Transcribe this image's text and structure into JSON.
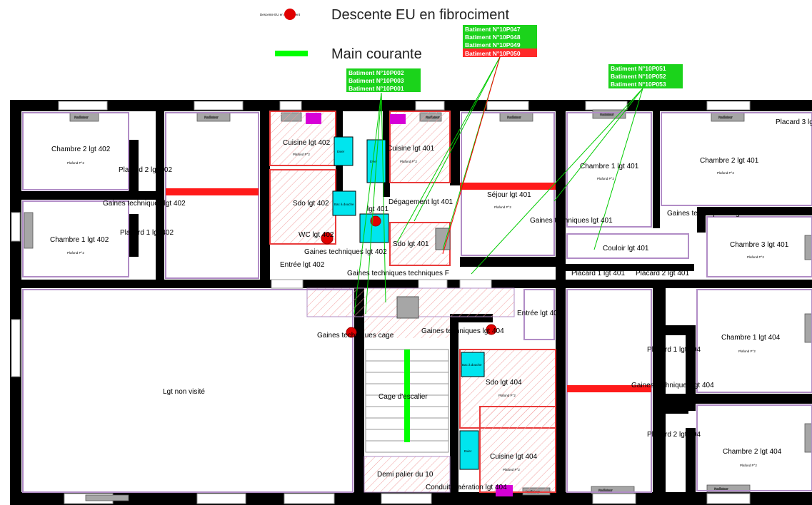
{
  "legend": {
    "descente_small": "Descente EU en fibrociment",
    "descente_text": "Descente EU en fibrociment",
    "main_courante_text": "Main courante"
  },
  "batiment_labels": {
    "group_a": [
      "Batiment N°10P047",
      "Batiment N°10P048",
      "Batiment N°10P049",
      "Batiment N°10P050"
    ],
    "group_b": [
      "Batiment N°10P002",
      "Batiment N°10P003",
      "Batiment N°10P001"
    ],
    "group_c": [
      "Batiment N°10P051",
      "Batiment N°10P052",
      "Batiment N°10P053"
    ]
  },
  "rooms": {
    "chambre2_402": "Chambre 2 lgt 402",
    "placard2_402": "Placard 2 lgt 402",
    "chambre1_402": "Chambre 1 lgt 402",
    "placard1_402": "Placard 1 lgt 402",
    "gaines_402": "Gaines techniques lgt 402",
    "cuisine_402": "Cuisine lgt 402",
    "sdo_402": "Sdo lgt 402",
    "wc_402": "WC lgt 402",
    "entree_402": "Entrée lgt 402",
    "cuisine_401": "Cuisine lgt 401",
    "degagement_401": "Dégagement lgt 401",
    "sdo_401": "Sdo lgt 401",
    "wc_401": "lgt 401",
    "sejour_401": "Séjour lgt 401",
    "chambre1_401": "Chambre 1 lgt 401",
    "chambre2_401": "Chambre 2 lgt 401",
    "placard3_401": "Placard 3 lg",
    "gaines_401": "Gaines techniques lgt 401",
    "gaines_2": "Gaines techniques 2 lgt",
    "chambre3_401": "Chambre 3 lgt 401",
    "couloir_401": "Couloir lgt 401",
    "placard1_401": "Placard 1 lgt 401",
    "placard2_401": "Placard 2 lgt 401",
    "gaines_left_402": "Gaines techniques lgt 402",
    "gaines_f": "Gaines techniques techniques F",
    "lgt_non_visite": "Lgt non visité",
    "entree_404": "Entrée lgt 404",
    "sdo_404": "Sdo lgt 404",
    "cuisine_404": "Cuisine lgt 404",
    "chambre1_404": "Chambre 1 lgt 404",
    "placard1_404": "Placard 1 lgt 404",
    "gaines_404": "Gaines techniques lgt 404",
    "placard2_404": "Placard 2 lgt 404",
    "chambre2_404": "Chambre 2 lgt 404",
    "cage_escalier": "Cage d'escalier",
    "demi_palier": "Demi palier du 10",
    "conduit": "Conduit d'aération lgt 404",
    "gaines_cage": "Gaines techniques cage",
    "gaines_404b": "Gaines techniques lgt 404"
  },
  "small": {
    "radiateur": "Radiateur",
    "plafond": "Plafond P°2",
    "evier": "Evier",
    "bac_douche": "Bac à douche"
  },
  "colors": {
    "wall": "#000000",
    "partition": "#b18cc6",
    "radiator": "#a6a6a6",
    "accent_green": "#00ff00",
    "label_green": "#1bd31b",
    "label_red": "#ff2a2a",
    "hatch_red": "#e93b3b",
    "cyan": "#00e5ee",
    "magenta": "#d700d7"
  }
}
